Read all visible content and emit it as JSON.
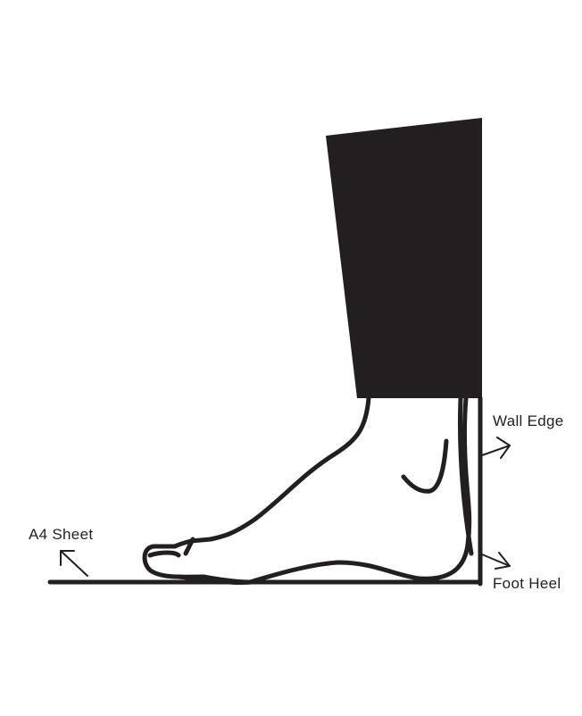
{
  "labels": {
    "a4_sheet": "A4 Sheet",
    "wall_edge": "Wall Edge",
    "foot_heel": "Foot Heel"
  },
  "colors": {
    "ink": "#231f20",
    "background": "#ffffff"
  }
}
